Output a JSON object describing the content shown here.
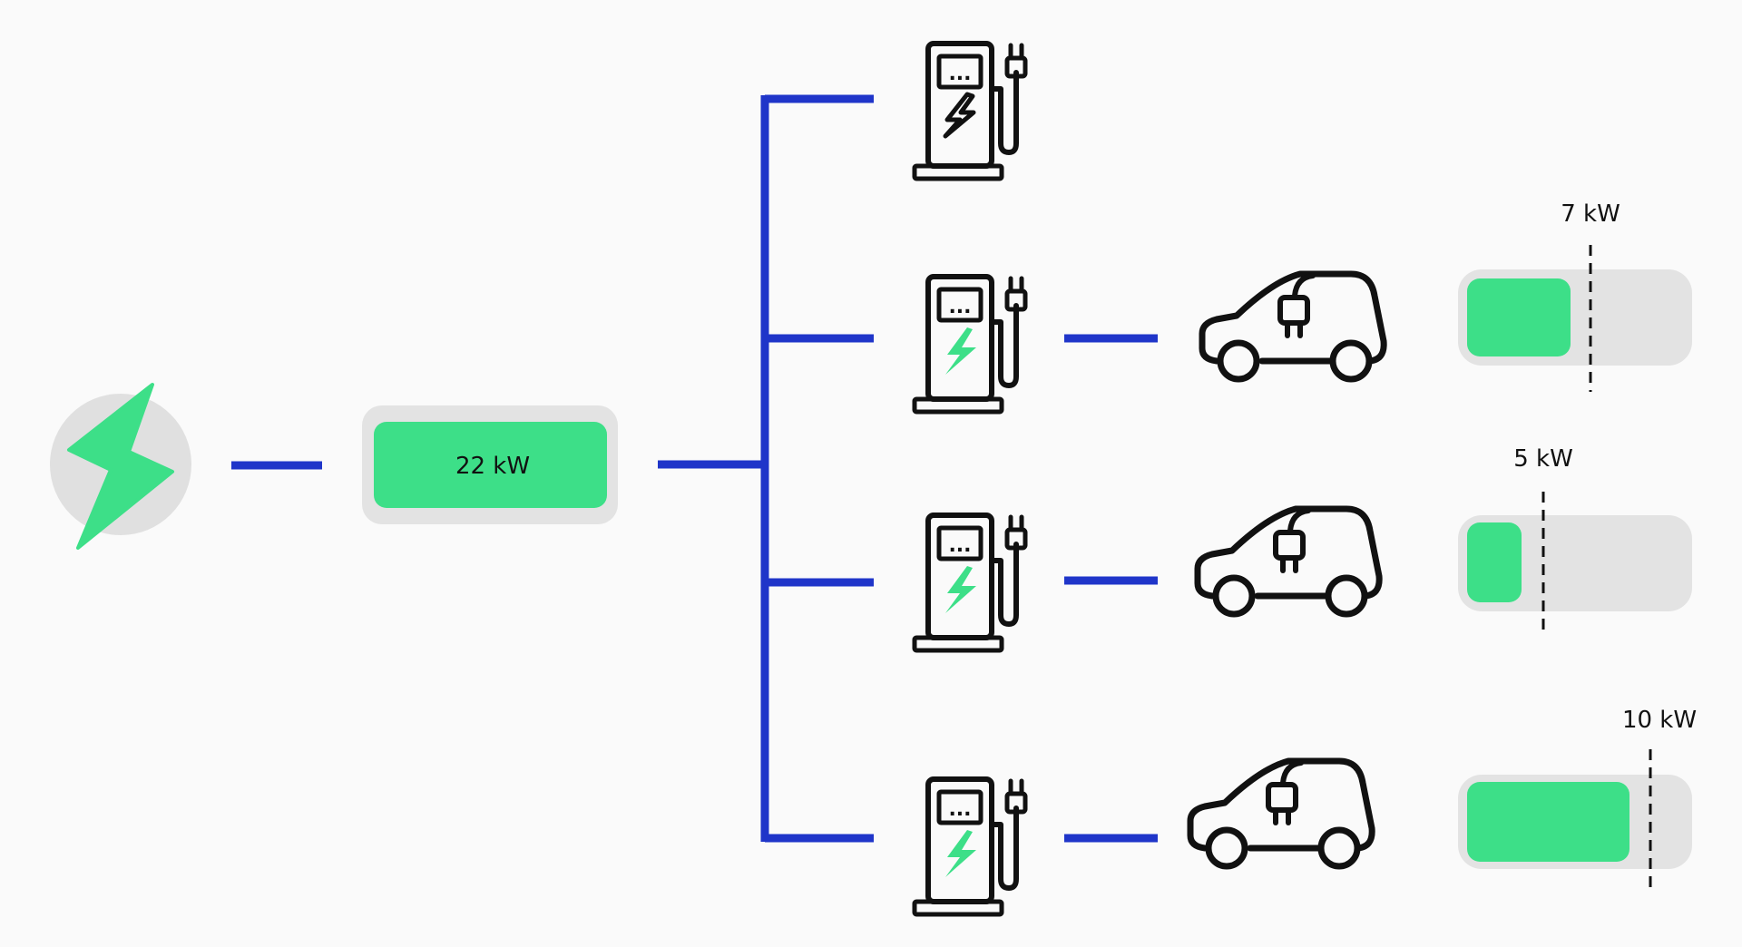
{
  "colors": {
    "background": "#fafafa",
    "accent_green": "#3ddf88",
    "connector_blue": "#1f35c9",
    "track_gray": "#e3e3e3",
    "source_circle": "#e0e0e0",
    "outline": "#111111"
  },
  "icons": {
    "source": "lightning-icon",
    "station": "charging-station-icon",
    "car": "electric-car-icon"
  },
  "source": {
    "capacity_label": "22 kW",
    "capacity_kw": 22
  },
  "stations": [
    {
      "active": false,
      "car_connected": false
    },
    {
      "active": true,
      "car_connected": true,
      "max_label": "7 kW",
      "max_kw": 7,
      "charge_level": 0.48
    },
    {
      "active": true,
      "car_connected": true,
      "max_label": "5 kW",
      "max_kw": 5,
      "charge_level": 0.25
    },
    {
      "active": true,
      "car_connected": true,
      "max_label": "10 kW",
      "max_kw": 10,
      "charge_level": 0.75
    }
  ]
}
